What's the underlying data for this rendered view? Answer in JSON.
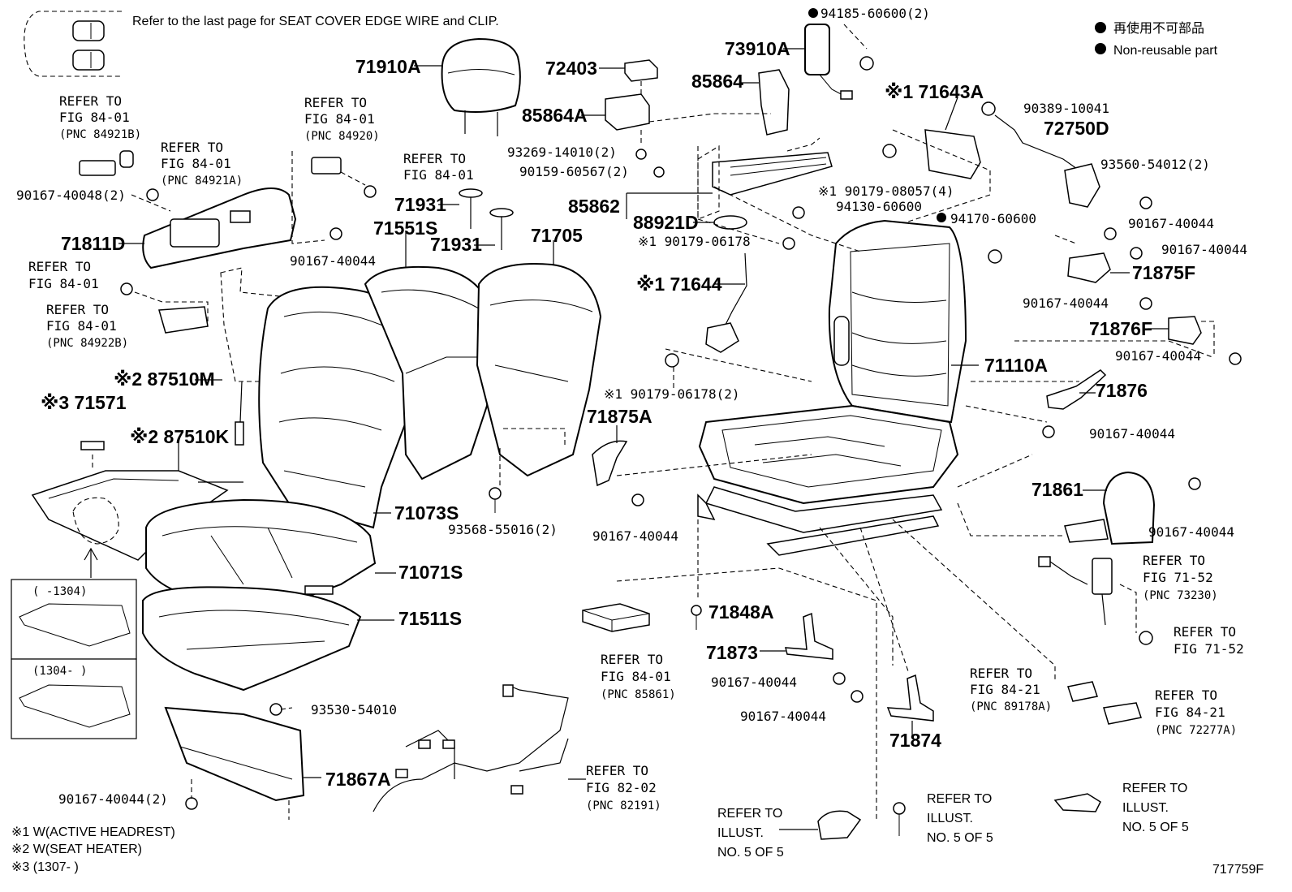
{
  "header": {
    "edge_wire_note": "Refer to the last page for SEAT COVER EDGE WIRE and CLIP."
  },
  "legend": {
    "non_reusable_jp": "再使用不可部品",
    "non_reusable_en": "Non-reusable part"
  },
  "parts": {
    "p71910A": "71910A",
    "p72403": "72403",
    "p85864A": "85864A",
    "p85864": "85864",
    "p73910A": "73910A",
    "p94185": "94185-60600(2)",
    "p93269": "93269-14010(2)",
    "p90159": "90159-60567(2)",
    "p85862": "85862",
    "p88921D": "88921D",
    "p71643A": "※1 71643A",
    "p90179_08057": "※1 90179-08057(4)",
    "p94130": "94130-60600",
    "p94170": "94170-60600",
    "p90389": "90389-10041",
    "p72750D": "72750D",
    "p93560": "93560-54012(2)",
    "p90179_06178a": "※1 90179-06178",
    "p71644": "※1 71644",
    "p90179_06178b": "※1 90179-06178(2)",
    "p71110A": "71110A",
    "p90167_r1": "90167-40044",
    "p90167_r2": "90167-40044",
    "p71875F": "71875F",
    "p90167_r3": "90167-40044",
    "p71876F": "71876F",
    "p90167_r4": "90167-40044",
    "p71876": "71876",
    "p90167_r5": "90167-40044",
    "p71861": "71861",
    "p90167_r6": "90167-40044",
    "p71931a": "71931",
    "p71931b": "71931",
    "p71705": "71705",
    "p71551S": "71551S",
    "p90167_40048": "90167-40048(2)",
    "p71811D": "71811D",
    "p90167_m1": "90167-40044",
    "p87510M": "※2 87510M",
    "p71571": "※3 71571",
    "p87510K": "※2 87510K",
    "p71875A": "71875A",
    "p90167_m2": "90167-40044",
    "p93568": "93568-55016(2)",
    "p71073S": "71073S",
    "p71071S": "71071S",
    "p71511S": "71511S",
    "p71848A": "71848A",
    "p71873": "71873",
    "p90167_b1": "90167-40044",
    "p90167_b2": "90167-40044",
    "p71874": "71874",
    "p93530": "93530-54010",
    "p71867A": "71867A",
    "p90167_2": "90167-40044(2)"
  },
  "refs": {
    "r1": [
      "REFER TO",
      "FIG 84-01",
      "(PNC 84921B)"
    ],
    "r2": [
      "REFER TO",
      "FIG 84-01",
      "(PNC 84921A)"
    ],
    "r3": [
      "REFER TO",
      "FIG 84-01",
      "(PNC 84920)"
    ],
    "r4": [
      "REFER TO",
      "FIG 84-01"
    ],
    "r5": [
      "REFER TO",
      "FIG 84-01"
    ],
    "r6": [
      "REFER TO",
      "FIG 84-01",
      "(PNC 84922B)"
    ],
    "r7": [
      "REFER TO",
      "FIG 84-01",
      "(PNC 85861)"
    ],
    "r8": [
      "REFER TO",
      "FIG 71-52",
      "(PNC 73230)"
    ],
    "r9": [
      "REFER TO",
      "FIG 71-52"
    ],
    "r10": [
      "REFER TO",
      "FIG 84-21",
      "(PNC 89178A)"
    ],
    "r11": [
      "REFER TO",
      "FIG 84-21",
      "(PNC 72277A)"
    ],
    "r12": [
      "REFER TO",
      "FIG 82-02",
      "(PNC 82191)"
    ],
    "r13": [
      "REFER TO",
      "ILLUST.",
      "NO. 5 OF 5"
    ],
    "r14": [
      "REFER TO",
      "ILLUST.",
      "NO. 5 OF 5"
    ],
    "r15": [
      "REFER TO",
      "ILLUST.",
      "NO. 5 OF 5"
    ]
  },
  "insets": {
    "top": "(     -1304)",
    "bottom": "(1304-      )"
  },
  "footnotes": {
    "n1": "※1 W(ACTIVE HEADREST)",
    "n2": "※2 W(SEAT HEATER)",
    "n3": "※3 (1307-       )"
  },
  "figure_id": "717759F"
}
